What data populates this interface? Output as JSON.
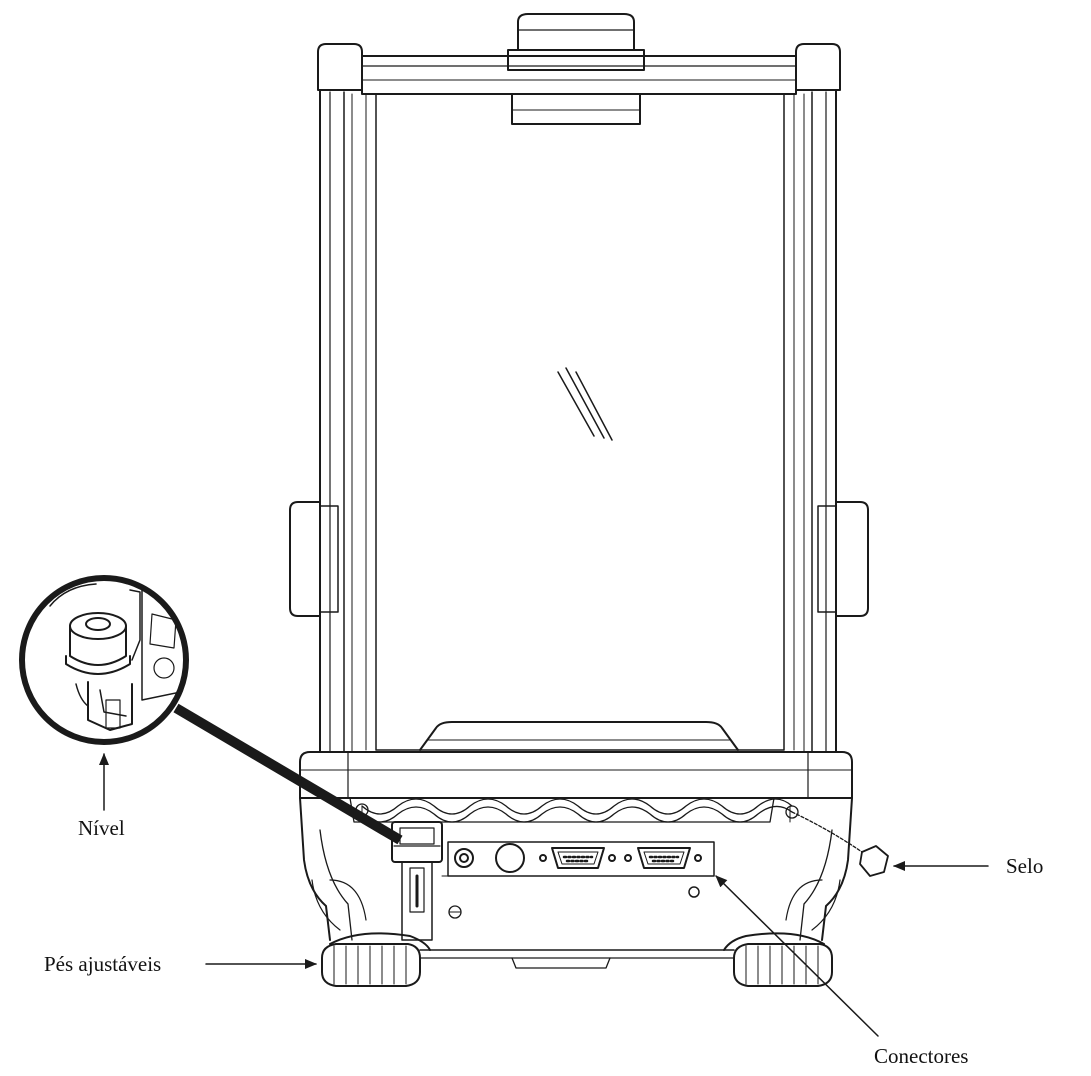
{
  "labels": {
    "nivel": "Nível",
    "selo": "Selo",
    "pes_ajustaveis": "Pés ajustáveis",
    "conectores": "Conectores"
  },
  "colors": {
    "line": "#1a1a1a",
    "glass": "#ffffff",
    "background": "#ffffff"
  }
}
